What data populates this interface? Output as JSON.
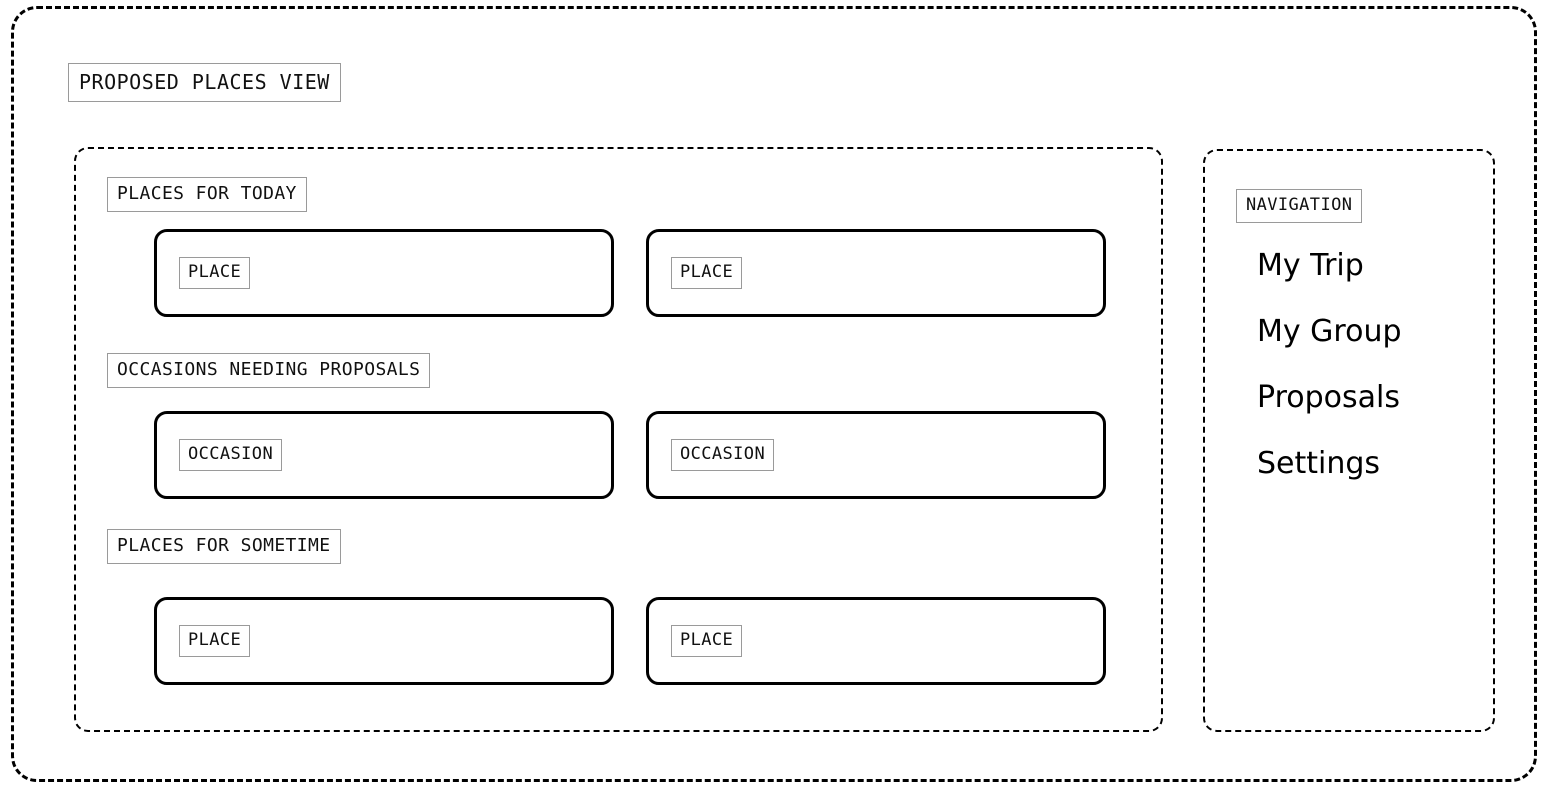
{
  "screen": {
    "title": "PROPOSED PLACES VIEW"
  },
  "content": {
    "sections": [
      {
        "label": "PLACES FOR TODAY",
        "cards": [
          {
            "label": "PLACE"
          },
          {
            "label": "PLACE"
          }
        ]
      },
      {
        "label": "OCCASIONS NEEDING PROPOSALS",
        "cards": [
          {
            "label": "OCCASION"
          },
          {
            "label": "OCCASION"
          }
        ]
      },
      {
        "label": "PLACES FOR SOMETIME",
        "cards": [
          {
            "label": "PLACE"
          },
          {
            "label": "PLACE"
          }
        ]
      }
    ]
  },
  "navigation": {
    "title": "NAVIGATION",
    "items": [
      {
        "label": "My Trip"
      },
      {
        "label": "My Group"
      },
      {
        "label": "Proposals"
      },
      {
        "label": "Settings"
      }
    ]
  },
  "colors": {
    "ink": "#000000",
    "chip_border": "#9a9a9a",
    "background": "#ffffff"
  }
}
